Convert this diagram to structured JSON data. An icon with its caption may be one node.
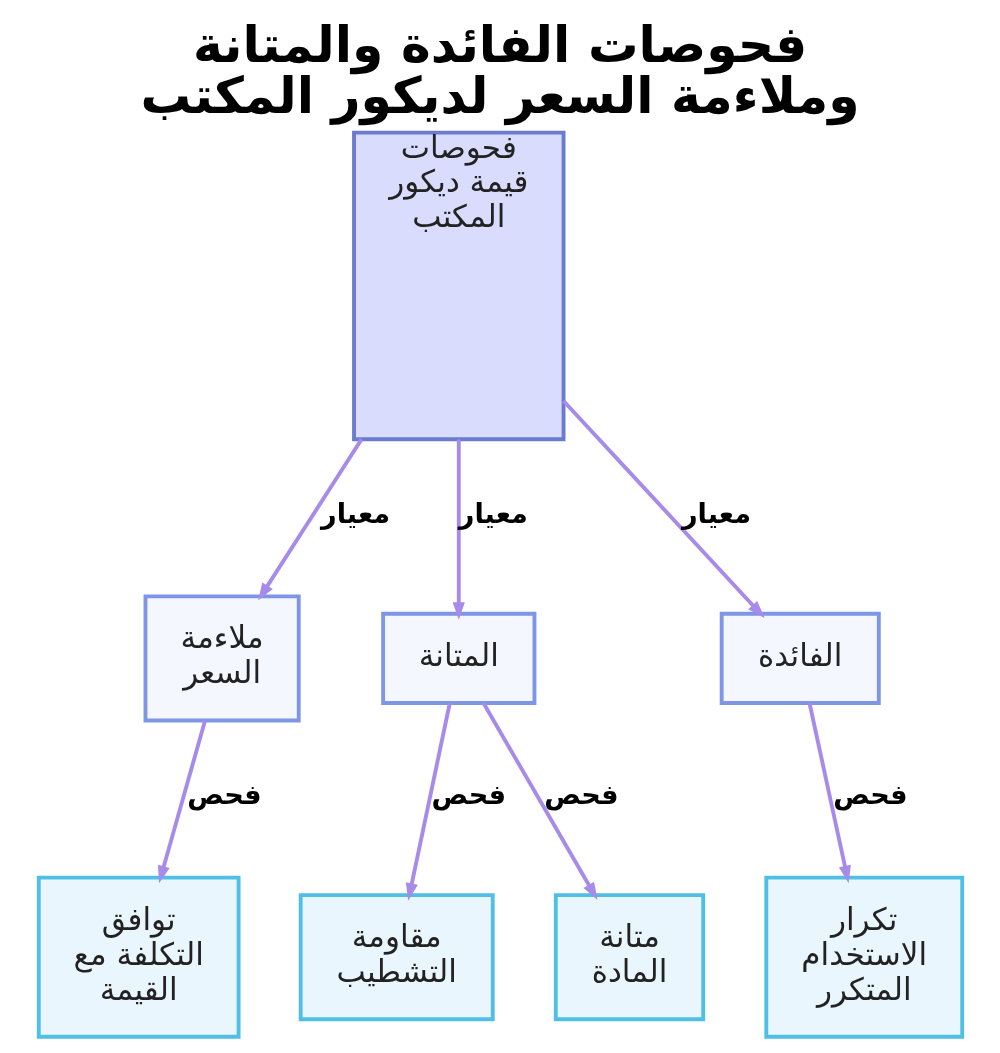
{
  "diagram": {
    "title": "فحوصات الفائدة والمتانة وملاءمة السعر لديكور المكتب",
    "nodes": [
      {
        "text": [
          "فحوصات قيمة ديكور المكتب"
        ]
      },
      {
        "text": [
          "الفائدة"
        ]
      },
      {
        "text": [
          "المتانة"
        ]
      },
      {
        "text": [
          "ملاءمة السعر"
        ]
      },
      {
        "text": [
          "تكرار الاستخدام المتكرر"
        ]
      },
      {
        "text": [
          "متانة المادة"
        ]
      },
      {
        "text": [
          "مقاومة التشطيب"
        ]
      },
      {
        "text": [
          "توافق التكلفة مع القيمة"
        ]
      }
    ],
    "edges": [
      {
        "from": 0,
        "to": 1,
        "arrow": "to",
        "label": "معيار"
      },
      {
        "from": 0,
        "to": 2,
        "arrow": "to",
        "label": "معيار"
      },
      {
        "from": 0,
        "to": 3,
        "arrow": "to",
        "label": "معيار"
      },
      {
        "from": 1,
        "to": 4,
        "arrow": "to",
        "label": "فحص"
      },
      {
        "from": 2,
        "to": 5,
        "arrow": "to",
        "label": "فحص"
      },
      {
        "from": 2,
        "to": 6,
        "arrow": "to",
        "label": "فحص"
      },
      {
        "from": 3,
        "to": 7,
        "arrow": "to",
        "label": "فحص"
      }
    ]
  }
}
